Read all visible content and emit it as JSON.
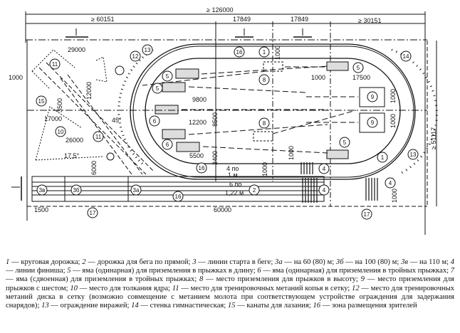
{
  "dimensions": {
    "total_length": "≥ 126000",
    "left_zone": "≥ 60151",
    "mid1": "17849",
    "mid2": "17849",
    "right_zone": "≥ 30151",
    "width": "≥ 51117",
    "d29000": "29000",
    "d12000": "12000",
    "d1000_left": "1000",
    "d3500": "3500",
    "d17000": "17000",
    "d26000": "26000",
    "angle45": "45°",
    "angle175": "17,5°",
    "d6000": "6000",
    "d9800": "9800",
    "d12200": "12200",
    "d8500": "8500",
    "d5500": "5500",
    "d3400": "3400",
    "d1000_a": "1000",
    "d1000_b": "1000",
    "d1000_c": "1000",
    "d1000_d": "1000",
    "d1000_e": "1000",
    "d1000_f": "1000",
    "d1000_g": "1000",
    "d17500": "17500",
    "d60000": "60000",
    "d1500": "1500",
    "lanes_circ_1": "4 по",
    "lanes_circ_2": "1 м",
    "lanes_straight_1": "6 по",
    "lanes_straight_2": "1,22 м"
  },
  "markers": {
    "m1": "1",
    "m1b": "1",
    "m2": "2",
    "m3a": "3а",
    "m3b": "3б",
    "m3v": "3в",
    "m4a": "4",
    "m4b": "4",
    "m4c": "4",
    "m5a": "5",
    "m5b": "5",
    "m5c": "5",
    "m5d": "5",
    "m6a": "6",
    "m6b": "6",
    "m8a": "8",
    "m8b": "8",
    "m9a": "9",
    "m9b": "9",
    "m10": "10",
    "m11a": "11",
    "m11b": "11",
    "m12": "12",
    "m13a": "13",
    "m13b": "13",
    "m14": "14",
    "m15": "15",
    "m16a": "16",
    "m16b": "16",
    "m16c": "16",
    "m17a": "17",
    "m17b": "17"
  },
  "legend": [
    {
      "num": "1",
      "text": "круговая дорожка;"
    },
    {
      "num": "2",
      "text": "дорожка для бега по прямой;"
    },
    {
      "num": "3",
      "text": "линии старта в беге;"
    },
    {
      "num": "3а",
      "text": "на 60 (80) м;"
    },
    {
      "num": "3б",
      "text": "на 100 (80) м;"
    },
    {
      "num": "3в",
      "text": "на 110 м;"
    },
    {
      "num": "4",
      "text": "линии финиша;"
    },
    {
      "num": "5",
      "text": "яма (одинарная) для приземления в прыжках в длину;"
    },
    {
      "num": "6",
      "text": "яма (одинарная) для приземления в тройных прыжках;"
    },
    {
      "num": "7",
      "text": "яма (сдвоенная) для приземления в тройных прыжках;"
    },
    {
      "num": "8",
      "text": "место приземления для прыжков в высоту;"
    },
    {
      "num": "9",
      "text": "место приземления для прыжков с шестом;"
    },
    {
      "num": "10",
      "text": "место для толкания ядра;"
    },
    {
      "num": "11",
      "text": "место для тренировочных метаний копья в сетку;"
    },
    {
      "num": "12",
      "text": "место для тренировочных метаний диска в сетку (возможно совмещение с метанием молота при соответствующем устройстве ограждения для задержания снарядов);"
    },
    {
      "num": "13",
      "text": "ограждение виражей;"
    },
    {
      "num": "14",
      "text": "стенка гимнастическая;"
    },
    {
      "num": "15",
      "text": "канаты для лазания;"
    },
    {
      "num": "16",
      "text": "зона размещения зрителей"
    }
  ]
}
